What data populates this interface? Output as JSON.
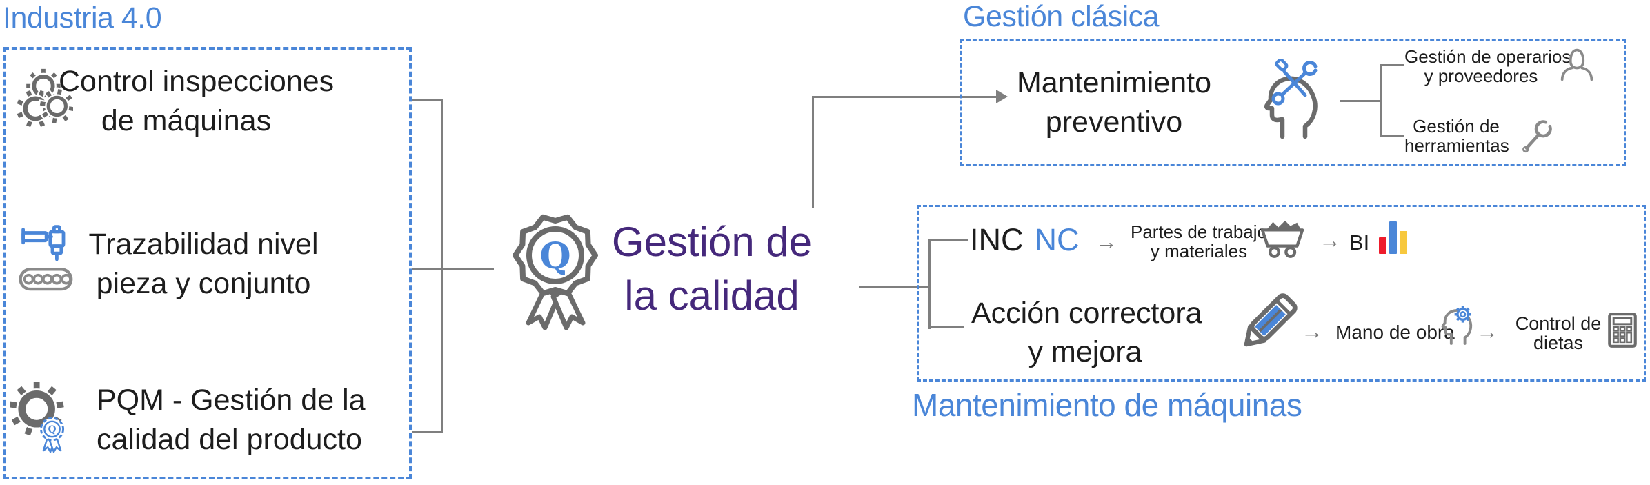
{
  "colors": {
    "accent_blue": "#4a86d8",
    "purple": "#45287b",
    "icon_gray": "#6b6b6b",
    "line_gray": "#7f7f7f",
    "text_black": "#1d1d1d",
    "bar_red": "#ee1c2c",
    "bar_blue": "#4a86d8",
    "bar_yellow": "#f7c83e"
  },
  "arrow_right": "→",
  "left_panel": {
    "title": "Industria 4.0",
    "items": [
      {
        "icon": "gears-icon",
        "line1": "Control inspecciones",
        "line2": "de máquinas"
      },
      {
        "icon": "traceability-icon",
        "line1": "Trazabilidad nivel",
        "line2": "pieza y conjunto"
      },
      {
        "icon": "gear-quality-icon",
        "line1": "PQM - Gestión de la",
        "line2": "calidad del producto"
      }
    ]
  },
  "center": {
    "q": "Q",
    "line1": "Gestión de",
    "line2": "la calidad"
  },
  "classic_panel": {
    "title": "Gestión clásica",
    "main_line1": "Mantenimiento",
    "main_line2": "preventivo",
    "branch1_line1": "Gestión de operarios",
    "branch1_line2": "y proveedores",
    "branch2_line1": "Gestión de",
    "branch2_line2": "herramientas"
  },
  "maintenance_panel": {
    "title": "Mantenimiento de máquinas",
    "inc_label": "INC",
    "nc_label": "NC",
    "work_line1": "Partes de trabajo",
    "work_line2": "y materiales",
    "bi_label": "BI",
    "action_line1": "Acción correctora",
    "action_line2": "y mejora",
    "labor_label": "Mano de obra",
    "diet_line1": "Control de",
    "diet_line2": "dietas"
  }
}
